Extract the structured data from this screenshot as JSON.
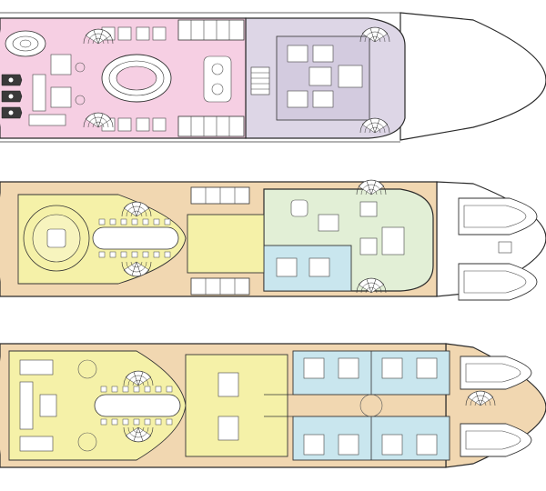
{
  "colors": {
    "background": "#ffffff",
    "hull_outline": "#2a2a2a",
    "deck_pink": "#f6cfe3",
    "deck_lavender": "#ddd6e6",
    "deck_tan": "#f1d7b1",
    "deck_yellow": "#f5f1a8",
    "deck_green": "#e2efd6",
    "deck_blue": "#c9e6ee",
    "bow_white": "#ffffff"
  },
  "decks": [
    {
      "id": "upper-deck",
      "zones": [
        "pink",
        "lavender",
        "bow-white"
      ]
    },
    {
      "id": "main-deck",
      "zones": [
        "tan",
        "yellow",
        "green",
        "blue",
        "bow-white"
      ]
    },
    {
      "id": "lower-deck",
      "zones": [
        "tan",
        "yellow",
        "blue",
        "bow-tan"
      ]
    }
  ],
  "icons": [
    "spiral-staircase-icon",
    "jacuzzi-icon",
    "tender-boat-icon",
    "dining-table-icon",
    "jet-ski-icon"
  ]
}
